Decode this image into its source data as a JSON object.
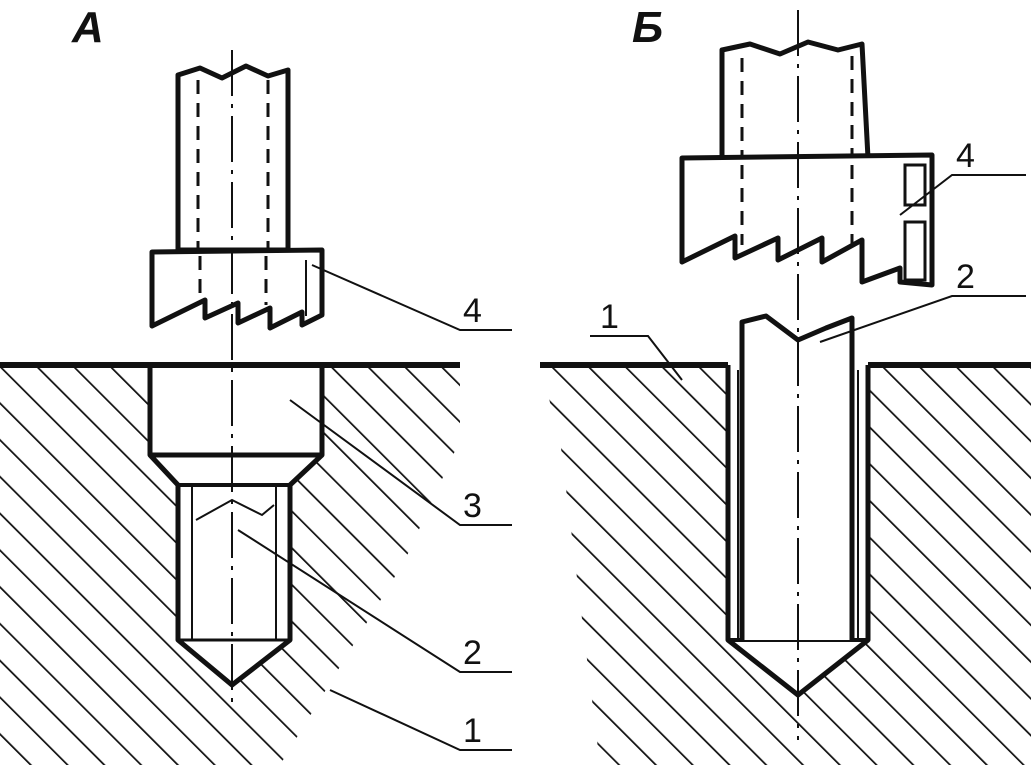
{
  "panels": [
    {
      "id": "A",
      "label": "А",
      "callouts": [
        {
          "number": "4"
        },
        {
          "number": "3"
        },
        {
          "number": "2"
        },
        {
          "number": "1"
        }
      ]
    },
    {
      "id": "B",
      "label": "Б",
      "callouts": [
        {
          "number": "4"
        },
        {
          "number": "2"
        },
        {
          "number": "1"
        }
      ]
    }
  ],
  "colors": {
    "ink": "#111111",
    "paper": "#ffffff"
  }
}
